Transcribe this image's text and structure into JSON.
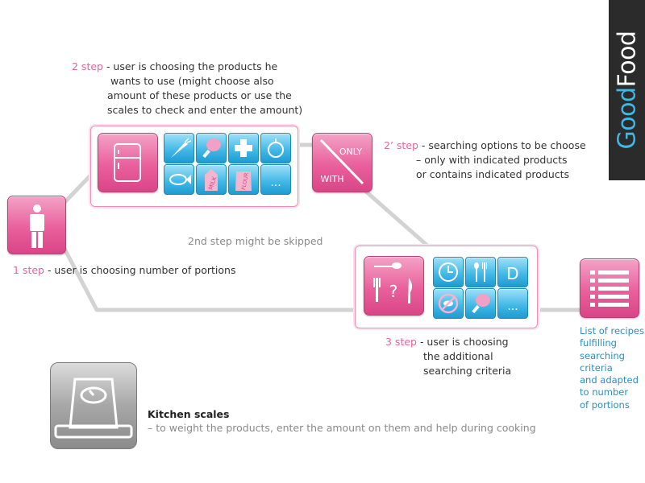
{
  "brand": {
    "good": "Good",
    "food": "Food"
  },
  "step1": {
    "label": "1 step",
    "text": " - user is choosing number of portions"
  },
  "step2": {
    "label": "2 step",
    "line1": " - user is choosing the products he",
    "line2": "wants to use (might choose also",
    "line3": "amount of these products or use the",
    "line4": "scales to check and enter the amount)"
  },
  "step2b": {
    "label": "2’ step",
    "line1": " - searching options to be choose",
    "line2": "– only with indicated products",
    "line3": "or contains indicated products"
  },
  "skip_note": "2nd step might be skipped",
  "step3": {
    "label": "3 step",
    "line1": " - user is choosing",
    "line2": "the additional",
    "line3": "searching criteria"
  },
  "result": {
    "lines": [
      "List of recipes",
      "fulfilling",
      "searching",
      "criteria",
      "and adapted",
      "to number",
      "of portions"
    ]
  },
  "scales": {
    "title": "Kitchen scales",
    "desc": "– to weight the products, enter the amount on them and help during cooking"
  },
  "toggle": {
    "top": "ONLY",
    "bottom": "WITH"
  },
  "product_tiles": {
    "milk": "MILK",
    "flour": "FLOUR",
    "more": "..."
  },
  "criteria_tiles": {
    "d": "D",
    "more": "..."
  },
  "colors": {
    "pink": "#e9609c",
    "blue": "#3eb6e6",
    "line": "#d3d3d3",
    "brand_bg": "#2b2b2b"
  }
}
